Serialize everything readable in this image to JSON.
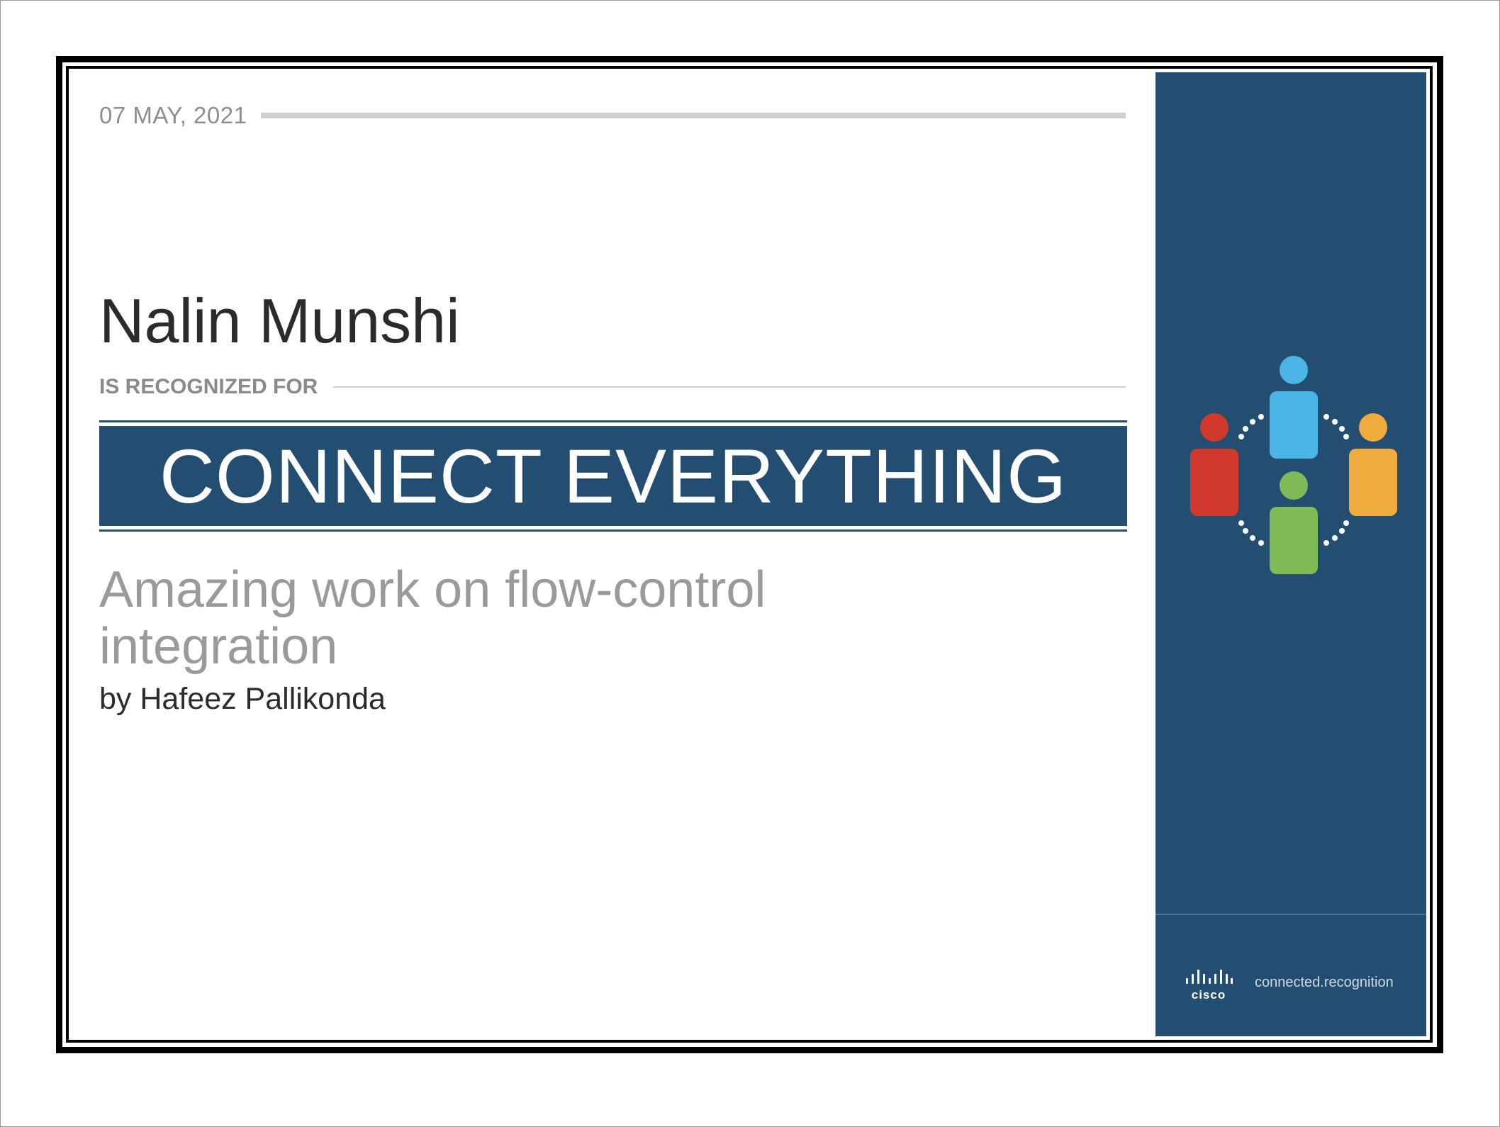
{
  "certificate": {
    "date": "07 MAY, 2021",
    "recipient": "Nalin Munshi",
    "recognized_label": "IS RECOGNIZED FOR",
    "award_title": "CONNECT EVERYTHING",
    "message": "Amazing work on flow-control integration",
    "giver": "by Hafeez Pallikonda"
  },
  "branding": {
    "logo_text": "cisco",
    "tagline": "connected.recognition"
  },
  "colors": {
    "navy": "#234e72",
    "person_red": "#d0392b",
    "person_blue": "#4ab6e6",
    "person_orange": "#f0ab3d",
    "person_green": "#7fbb56"
  },
  "icons": [
    "people-circle-icon",
    "cisco-bars-icon"
  ]
}
